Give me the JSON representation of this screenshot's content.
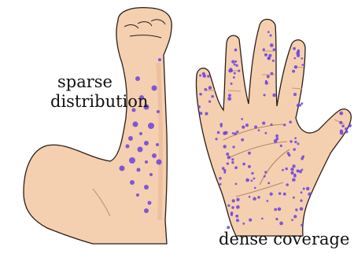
{
  "labels": {
    "left_line1": "sparse",
    "left_line2": "distribution",
    "right": "dense coverage"
  },
  "colors": {
    "skin": "#f4d0b1",
    "skin_shadow": "#e7b894",
    "outline": "#2b1d14",
    "dot": "#6a3fe0",
    "dot_core": "#4a1fb8"
  },
  "illustration": {
    "left_subject": "raised-arm-fist",
    "right_subject": "open-palm",
    "left_dot_count": 27,
    "right_dot_count": 170
  }
}
